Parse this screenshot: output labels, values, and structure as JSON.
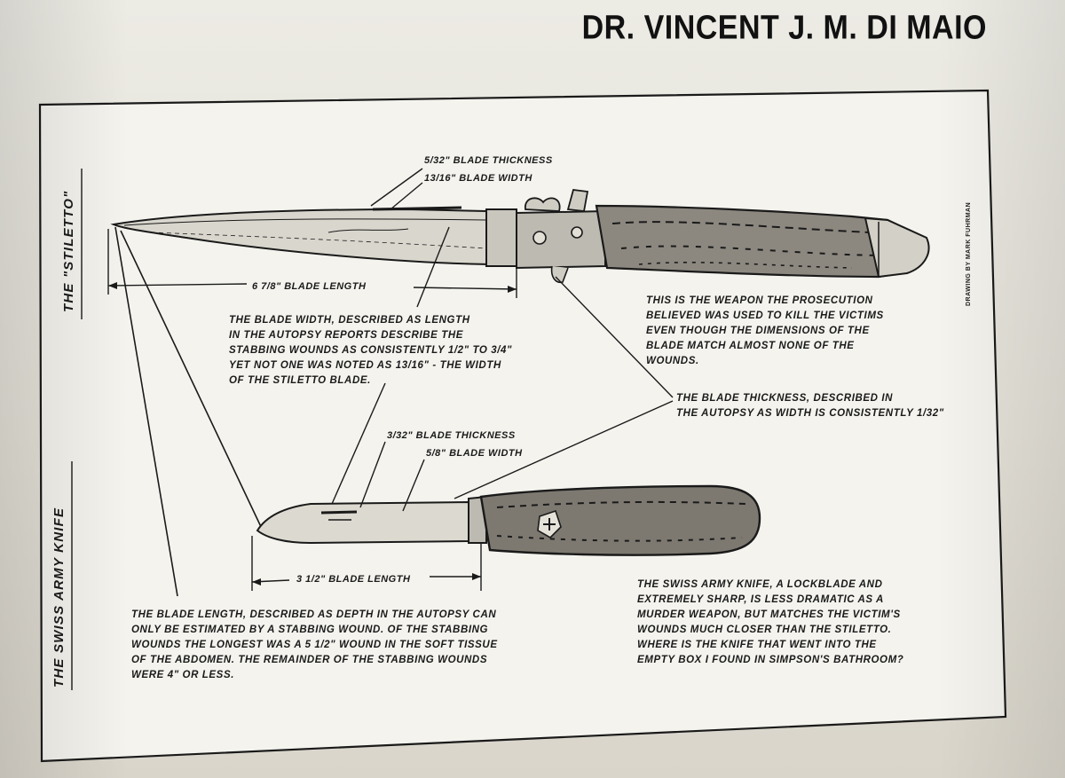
{
  "header": {
    "author": "DR. VINCENT J. M. DI MAIO"
  },
  "figure": {
    "credit": "DRAWING BY MARK FUHRMAN",
    "stiletto": {
      "side_title": "THE \"STILETTO\"",
      "thickness_label": "5/32\" BLADE THICKNESS",
      "width_label": "13/16\" BLADE WIDTH",
      "length_label": "6 7/8\" BLADE LENGTH",
      "width_note": [
        "THE BLADE WIDTH, DESCRIBED AS LENGTH",
        "IN THE AUTOPSY REPORTS DESCRIBE THE",
        "STABBING WOUNDS AS CONSISTENTLY 1/2\" TO 3/4\"",
        "YET NOT ONE WAS NOTED AS 13/16\" - THE WIDTH",
        "OF THE STILETTO BLADE."
      ],
      "weapon_note": [
        "THIS IS THE WEAPON THE PROSECUTION",
        "BELIEVED WAS USED TO KILL THE VICTIMS",
        "EVEN THOUGH THE DIMENSIONS OF THE",
        "BLADE MATCH ALMOST NONE OF THE",
        "WOUNDS."
      ],
      "thickness_note": [
        "THE BLADE THICKNESS, DESCRIBED IN",
        "THE AUTOPSY AS WIDTH IS CONSISTENTLY 1/32\""
      ]
    },
    "swiss": {
      "side_title": "THE SWISS ARMY KNIFE",
      "thickness_label": "3/32\" BLADE THICKNESS",
      "width_label": "5/8\" BLADE WIDTH",
      "length_label": "3 1/2\" BLADE LENGTH",
      "length_note": [
        "THE BLADE LENGTH, DESCRIBED AS DEPTH IN THE AUTOPSY CAN",
        "ONLY BE ESTIMATED BY A STABBING WOUND. OF THE STABBING",
        "WOUNDS THE LONGEST WAS A 5 1/2\" WOUND IN THE SOFT TISSUE",
        "OF THE ABDOMEN. THE REMAINDER OF THE STABBING WOUNDS",
        "WERE 4\" OR LESS."
      ],
      "summary_note": [
        "THE SWISS ARMY KNIFE, A LOCKBLADE AND",
        "EXTREMELY SHARP, IS LESS DRAMATIC AS A",
        "MURDER WEAPON, BUT MATCHES THE VICTIM'S",
        "WOUNDS MUCH CLOSER THAN THE STILETTO.",
        "WHERE IS THE KNIFE THAT WENT INTO THE",
        "EMPTY BOX I FOUND IN SIMPSON'S BATHROOM?"
      ]
    }
  }
}
